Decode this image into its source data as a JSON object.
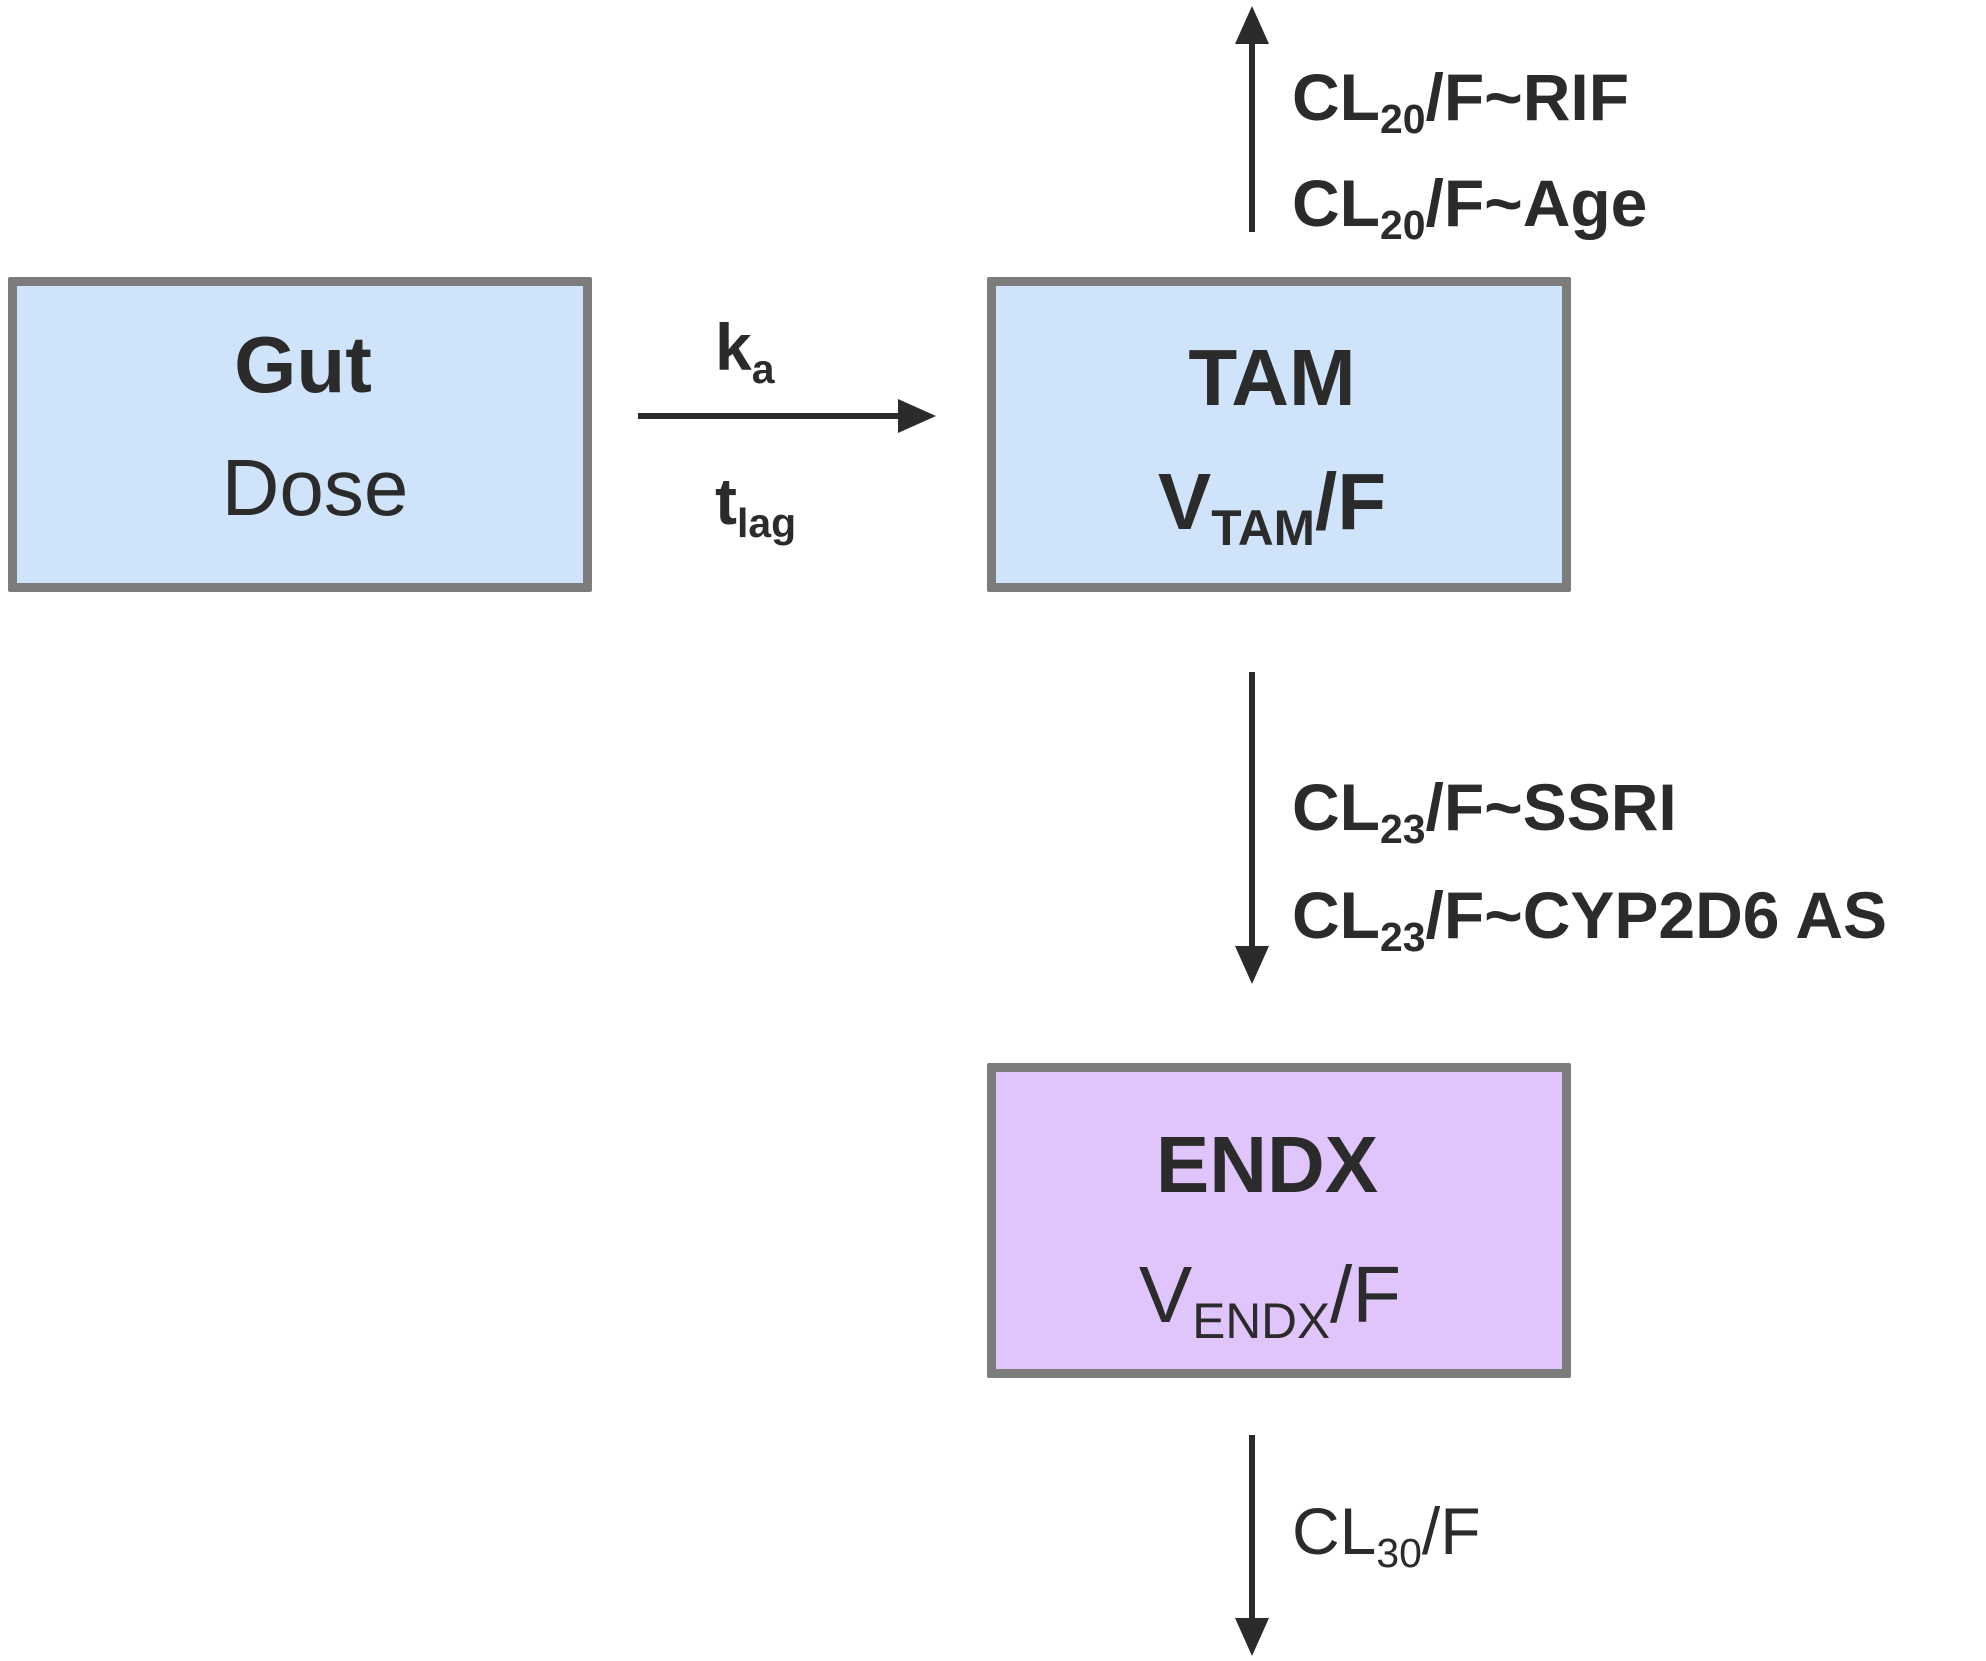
{
  "compartments": {
    "gut": {
      "title": "Gut",
      "subtitle": "Dose"
    },
    "tam": {
      "title": "TAM",
      "volume_main": "V",
      "volume_sub": "TAM",
      "volume_tail": "/F"
    },
    "endx": {
      "title": "ENDX",
      "volume_main": "V",
      "volume_sub": "ENDX",
      "volume_tail": "/F"
    }
  },
  "absorption": {
    "rate_main": "k",
    "rate_sub": "a",
    "lag_main": "t",
    "lag_sub": "lag"
  },
  "elimination_tam": {
    "line1": {
      "main": "CL",
      "sub": "20",
      "tail": "/F~RIF"
    },
    "line2": {
      "main": "CL",
      "sub": "20",
      "tail": "/F~Age"
    }
  },
  "conversion": {
    "line1": {
      "main": "CL",
      "sub": "23",
      "tail": "/F~SSRI"
    },
    "line2": {
      "main": "CL",
      "sub": "23",
      "tail": "/F~CYP2D6 AS"
    }
  },
  "elimination_endx": {
    "line1": {
      "main": "CL",
      "sub": "30",
      "tail": "/F"
    }
  },
  "colors": {
    "gut_fill": "#cfe4fb",
    "tam_fill": "#cfe4fb",
    "endx_fill": "#e0c4fc",
    "border": "#7c7c7c",
    "arrow": "#2b2b2b"
  }
}
